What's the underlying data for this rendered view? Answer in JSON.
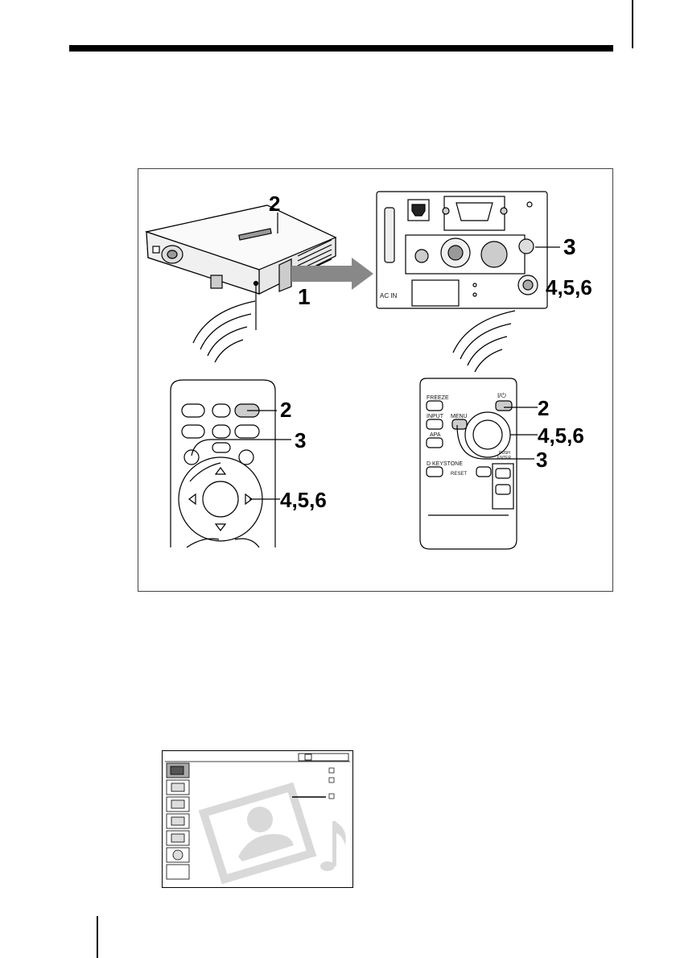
{
  "figure": {
    "projector_callouts": {
      "top": "2",
      "side": "1"
    },
    "panel_callouts": {
      "menu": "3",
      "arrows": "4,5,6"
    },
    "panel_text": {
      "ac_in": "AC IN"
    },
    "remote_left_callouts": {
      "power": "2",
      "menu": "3",
      "arrows": "4,5,6"
    },
    "remote_right_callouts": {
      "power": "2",
      "arrows": "4,5,6",
      "menu": "3"
    },
    "remote_right_labels": {
      "freeze": "FREEZE",
      "input": "INPUT",
      "menu": "MENU",
      "apa": "APA",
      "power": "I/⏻",
      "push": "PUSH",
      "enter": "ENTER",
      "d_keystone": "D KEYSTONE",
      "reset": "RESET"
    }
  },
  "colors": {
    "ink": "#000000",
    "menu_watermark": "#d9d9d9"
  },
  "icons": [
    "projector-icon",
    "remote-control-icon",
    "wireless-signal-icon",
    "menu-picture-icon",
    "music-note-icon"
  ]
}
